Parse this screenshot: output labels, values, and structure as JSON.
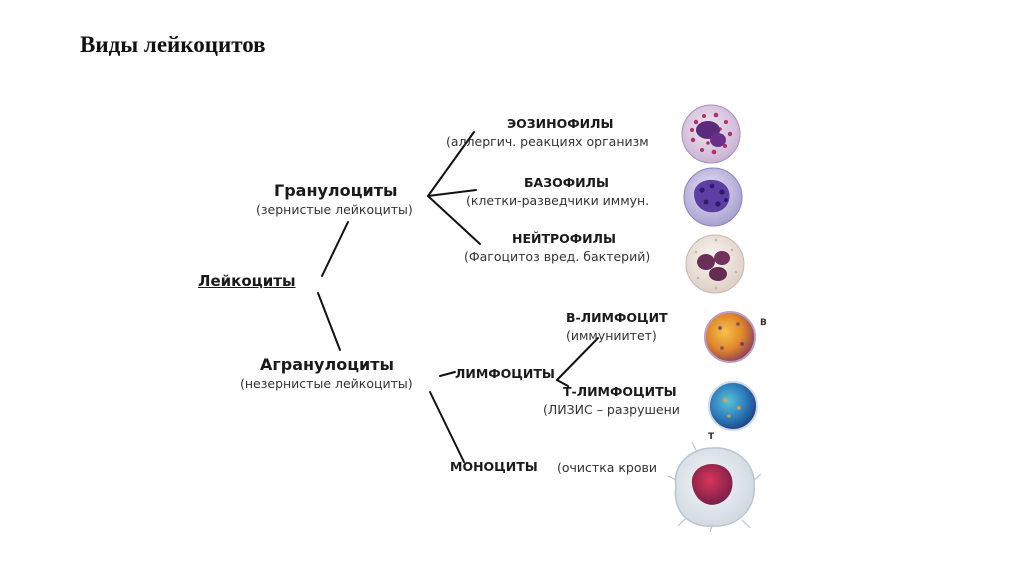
{
  "title": "Виды лейкоцитов",
  "root": "Лейкоциты",
  "granulocytes": {
    "name": "Гранулоциты",
    "note": "(зернистые лейкоциты)",
    "types": [
      {
        "name": "ЭОЗИНОФИЛЫ",
        "note": "(аллергич. реакциях организм"
      },
      {
        "name": "БАЗОФИЛЫ",
        "note": "(клетки-разведчики иммун."
      },
      {
        "name": "НЕЙТРОФИЛЫ",
        "note": "(Фагоцитоз вред. бактерий)"
      }
    ]
  },
  "agranulocytes": {
    "name": "Агранулоциты",
    "note": "(незернистые лейкоциты)",
    "lymphocytes": {
      "name": "ЛИМФОЦИТЫ",
      "b": {
        "name": "В-ЛИМФОЦИТ",
        "note": "(иммуниитет)",
        "tag": "В"
      },
      "t": {
        "name": "Т-ЛИМФОЦИТЫ",
        "note": "(ЛИЗИС – разрушени",
        "tag": "Т"
      }
    },
    "monocytes": {
      "name": "МОНОЦИТЫ",
      "note": "(очистка крови"
    }
  }
}
